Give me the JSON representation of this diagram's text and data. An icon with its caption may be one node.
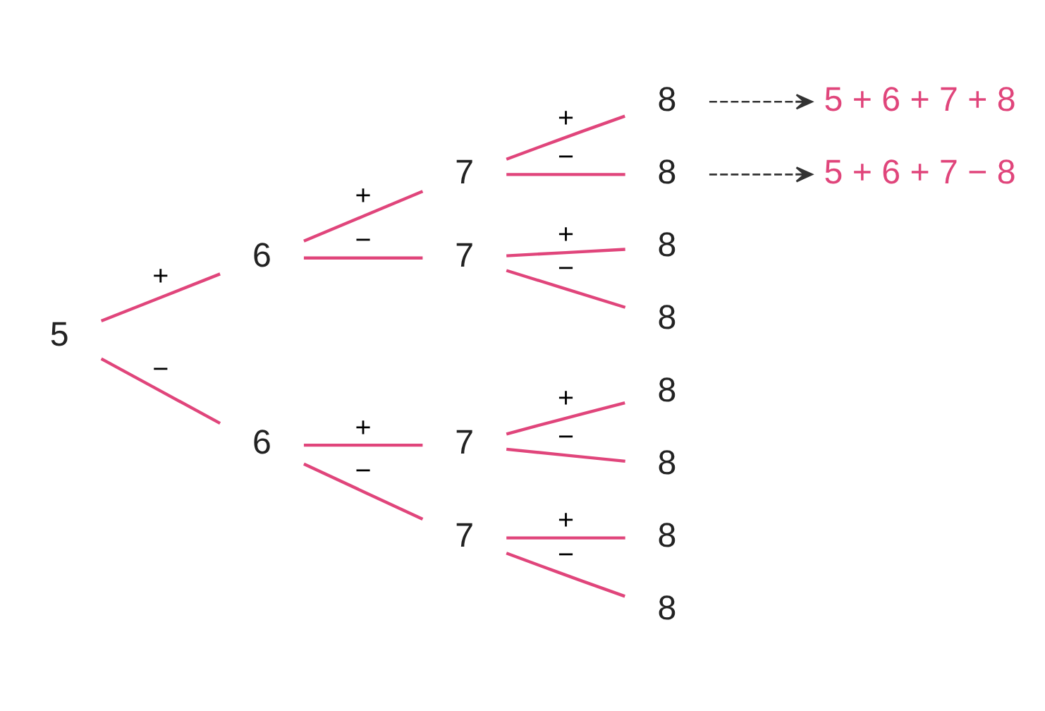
{
  "diagram": {
    "nodes": [
      {
        "text": [
          "5"
        ]
      },
      {
        "text": [
          "6"
        ]
      },
      {
        "text": [
          "6"
        ]
      },
      {
        "text": [
          "7"
        ]
      },
      {
        "text": [
          "7"
        ]
      },
      {
        "text": [
          "7"
        ]
      },
      {
        "text": [
          "7"
        ]
      },
      {
        "text": [
          "8"
        ]
      },
      {
        "text": [
          "8"
        ]
      },
      {
        "text": [
          "8"
        ]
      },
      {
        "text": [
          "8"
        ]
      },
      {
        "text": [
          "8"
        ]
      },
      {
        "text": [
          "8"
        ]
      },
      {
        "text": [
          "8"
        ]
      },
      {
        "text": [
          "8"
        ]
      },
      {
        "text": [
          "5 + 6 + 7 + 8"
        ]
      },
      {
        "text": [
          "5 + 6 + 7 − 8"
        ]
      }
    ],
    "edges": [
      {
        "from": 0,
        "to": 1,
        "arrow": "none",
        "label": "+"
      },
      {
        "from": 0,
        "to": 2,
        "arrow": "none",
        "label": "−"
      },
      {
        "from": 1,
        "to": 3,
        "arrow": "none",
        "label": "+"
      },
      {
        "from": 1,
        "to": 4,
        "arrow": "none",
        "label": "−"
      },
      {
        "from": 2,
        "to": 5,
        "arrow": "none",
        "label": "+"
      },
      {
        "from": 2,
        "to": 6,
        "arrow": "none",
        "label": "−"
      },
      {
        "from": 3,
        "to": 7,
        "arrow": "none",
        "label": "+"
      },
      {
        "from": 3,
        "to": 8,
        "arrow": "none",
        "label": "−"
      },
      {
        "from": 4,
        "to": 9,
        "arrow": "none",
        "label": "+"
      },
      {
        "from": 4,
        "to": 10,
        "arrow": "none",
        "label": "−"
      },
      {
        "from": 5,
        "to": 11,
        "arrow": "none",
        "label": "+"
      },
      {
        "from": 5,
        "to": 12,
        "arrow": "none",
        "label": "−"
      },
      {
        "from": 6,
        "to": 13,
        "arrow": "none",
        "label": "+"
      },
      {
        "from": 6,
        "to": 14,
        "arrow": "none",
        "label": "−"
      },
      {
        "from": 7,
        "to": 15,
        "arrow": "to",
        "style": "dashed",
        "color": "#333333"
      },
      {
        "from": 8,
        "to": 16,
        "arrow": "to",
        "style": "dashed",
        "color": "#333333"
      }
    ]
  }
}
